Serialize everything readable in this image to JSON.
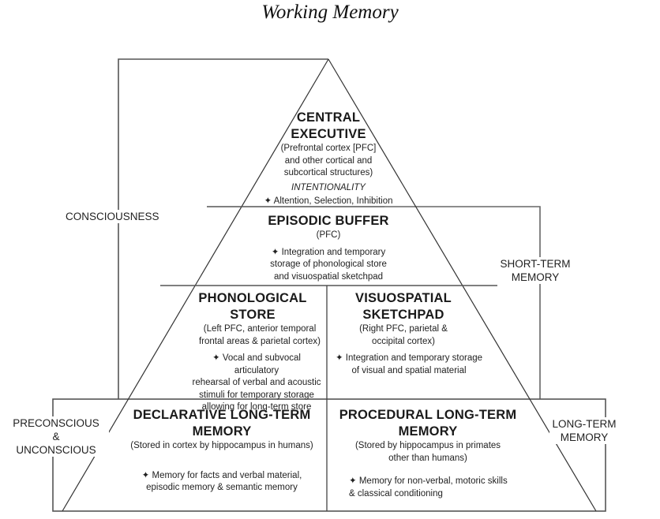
{
  "title": "Working Memory",
  "bullet_glyph": "✦",
  "side_labels": {
    "consciousness": "CONSCIOUSNESS",
    "short_term": [
      "SHORT-TERM",
      "MEMORY"
    ],
    "preconscious": [
      "PRECONSCIOUS",
      "&",
      "UNCONSCIOUS"
    ],
    "long_term": [
      "LONG-TERM",
      "MEMORY"
    ]
  },
  "central_executive": {
    "heading": [
      "CENTRAL",
      "EXECUTIVE"
    ],
    "location": [
      "(Prefrontal cortex [PFC]",
      "and other cortical and",
      "subcortical structures)"
    ],
    "subtitle": "INTENTIONALITY",
    "function": "Altention, Selection, Inhibition"
  },
  "episodic_buffer": {
    "heading": "EPISODIC BUFFER",
    "location": "(PFC)",
    "function": [
      "Integration and temporary",
      "storage of phonological store",
      "and visuospatial sketchpad"
    ]
  },
  "phonological_store": {
    "heading": [
      "PHONOLOGICAL",
      "STORE"
    ],
    "location": [
      "(Left PFC, anterior temporal",
      "frontal areas & parietal cortex)"
    ],
    "function": [
      "Vocal and subvocal articulatory",
      "rehearsal of verbal and acoustic",
      "stimuli for temporary storage",
      "allowing for long-term store"
    ]
  },
  "visuospatial_sketchpad": {
    "heading": [
      "VISUOSPATIAL",
      "SKETCHPAD"
    ],
    "location": [
      "(Right PFC, parietal &",
      "occipital cortex)"
    ],
    "function": [
      "Integration and temporary storage",
      "of visual and spatial material"
    ]
  },
  "declarative_ltm": {
    "heading": [
      "DECLARATIVE LONG-TERM",
      "MEMORY"
    ],
    "location": "(Stored in cortex by hippocampus in humans)",
    "function": [
      "Memory for facts and verbal material,",
      "episodic memory & semantic memory"
    ]
  },
  "procedural_ltm": {
    "heading": [
      "PROCEDURAL LONG-TERM",
      "MEMORY"
    ],
    "location": [
      "(Stored by hippocampus in primates",
      "other than humans)"
    ],
    "function": [
      "Memory for non-verbal, motoric skills",
      "& classical conditioning"
    ]
  }
}
